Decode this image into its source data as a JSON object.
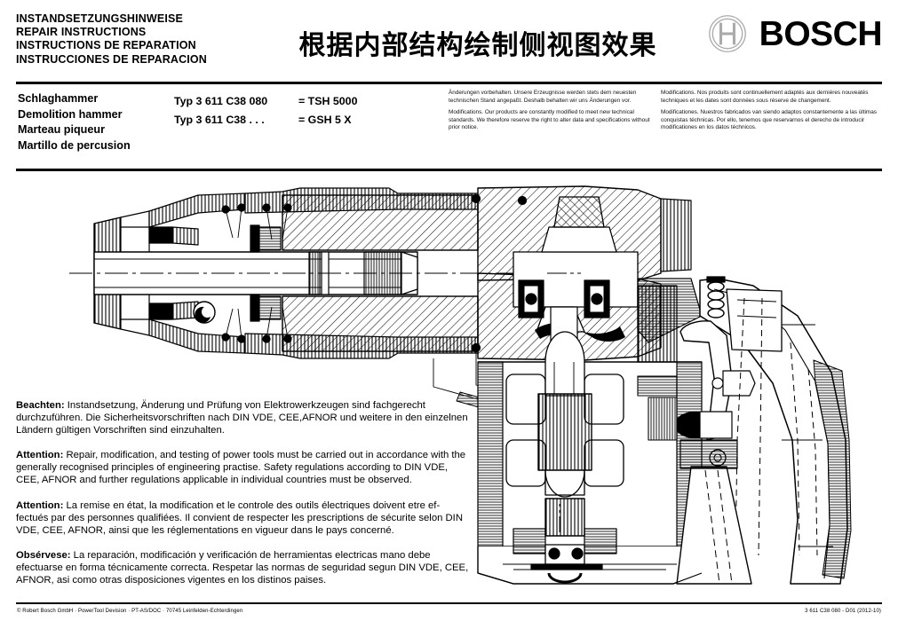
{
  "header": {
    "titles": [
      "INSTANDSETZUNGSHINWEISE",
      "REPAIR INSTRUCTIONS",
      "INSTRUCTIONS DE REPARATION",
      "INSTRUCCIONES DE REPARACION"
    ],
    "cn_title": "根据内部结构绘制侧视图效果",
    "brand_name": "BOSCH",
    "brand_mark": "bosch-armature-logo"
  },
  "product": {
    "names": [
      "Schlaghammer",
      "Demolition hammer",
      "Marteau piqueur",
      "Martillo de percusion"
    ],
    "types": [
      {
        "type": "Typ 3 611 C38 080",
        "equals": "= TSH 5000"
      },
      {
        "type": "Typ 3 611 C38 . . .",
        "equals": "= GSH 5 X"
      }
    ]
  },
  "disclaimers": {
    "de": [
      "Änderungen vorbehalten. Unsere Erzeugnisse werden stets dem neuesten technischen Stand angepaßt. Deshalb behalten wir uns Änderungen vor.",
      "Modifications. Our products are constantly modified to meet new technical standards. We therefore reserve the right to alter data and specifications without prior notice."
    ],
    "fr": [
      "Modifications. Nos produits sont continuellement adaptés aux dernières nouveatés techniques et les dates sont données sous réserve de changement.",
      "Modificationes. Nuestros fabricados van siendo adaptos constantemente a las últimas conquistas téchnicas. Por ello, tenemos que reservarnos el derecho de introducir modificationes en los datos téchnicos."
    ]
  },
  "notes": [
    {
      "label": "Beachten:",
      "text": " Instandsetzung, Änderung und Prüfung von Elektrowerkzeugen sind fachgerecht durchzuführen. Die Sicherheitsvorschriften nach DIN VDE, CEE,AFNOR und weitere in den einzelnen Ländern gültigen Vorschriften sind einzuhalten."
    },
    {
      "label": "Attention:",
      "text": " Repair, modification, and testing of power tools must be carried out in accordance with the generally recognised principles of engineering practise. Safety regulations according to DIN VDE, CEE, AFNOR and further regulations applicable in individual countries must be observed."
    },
    {
      "label": "Attention:",
      "text": " La remise en état, la modification et le controle des outils électriques doivent etre ef- fectués par des personnes qualifiées. Il convient de respecter les prescriptions de sécurite selon DIN VDE, CEE, AFNOR, ainsi que les réglementations en vigueur dans le pays concerné."
    },
    {
      "label": "Obsérvese:",
      "text": " La reparación, modificación y verificación de herramientas electricas mano debe  efectuarse en forma técnicamente correcta. Respetar las normas de seguridad segun DIN VDE, CEE, AFNOR, asi como otras disposiciones vigentes en los distinos paises."
    }
  ],
  "footer": {
    "left": "© Robert Bosch GmbH · PowerTool Devision · PT-AS/DOC · 70745 Leinfelden-Echterdingen",
    "right": "3 611 C38 080 - D01  (2012-10)"
  },
  "drawing": {
    "name": "demolition-hammer-cross-section",
    "description": "Sectional side view of Bosch GSH 5 X / TSH 5000 demolition hammer"
  }
}
